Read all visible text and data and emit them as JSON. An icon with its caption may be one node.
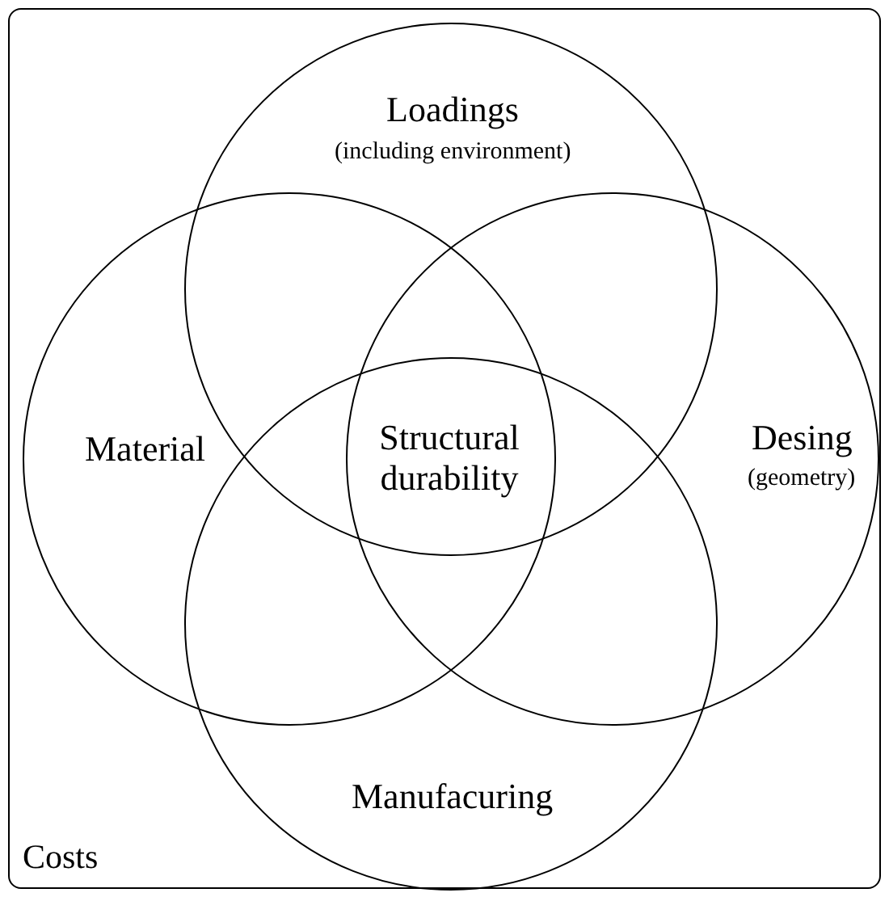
{
  "diagram": {
    "nodes": [
      {
        "text": [
          "Costs"
        ]
      },
      {
        "text": [
          "Loadings",
          "(including environment)"
        ],
        "in": 0
      },
      {
        "text": [
          "Material"
        ],
        "in": 0
      },
      {
        "text": [
          "Desing",
          "(geometry)"
        ],
        "in": 0
      },
      {
        "text": [
          "Manufacuring"
        ],
        "in": 0
      }
    ],
    "labels": [
      "Structural durability"
    ]
  }
}
